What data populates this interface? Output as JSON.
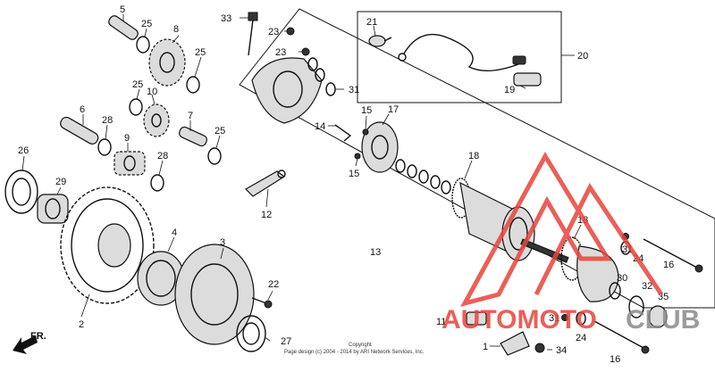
{
  "diagram": {
    "callouts": {
      "c1": "1",
      "c2": "2",
      "c3": "3",
      "c4": "4",
      "c5": "5",
      "c6": "6",
      "c7": "7",
      "c8": "8",
      "c9": "9",
      "c10": "10",
      "c11": "11",
      "c12": "12",
      "c13": "13",
      "c14": "14",
      "c15a": "15",
      "c15b": "15",
      "c16a": "16",
      "c16b": "16",
      "c17": "17",
      "c18a": "18",
      "c18b": "18",
      "c19": "19",
      "c20": "20",
      "c21": "21",
      "c22": "22",
      "c23a": "23",
      "c23b": "23",
      "c24a": "24",
      "c24b": "24",
      "c25a": "25",
      "c25b": "25",
      "c25c": "25",
      "c25d": "25",
      "c26": "26",
      "c27": "27",
      "c28a": "28",
      "c28b": "28",
      "c29": "29",
      "c30": "30",
      "c31a": "31",
      "c31b": "31",
      "c31c": "31",
      "c32": "32",
      "c33": "33",
      "c34": "34",
      "c35": "35"
    },
    "front_label": "FR.",
    "copyright_line1": "Copyright",
    "copyright_line2": "Page design (c) 2004 - 2014 by ARI Network Services, Inc.",
    "watermark_part1": "AUTOMOTO",
    "watermark_part2": "CLUB",
    "watermark_accent": "#e8443c"
  }
}
